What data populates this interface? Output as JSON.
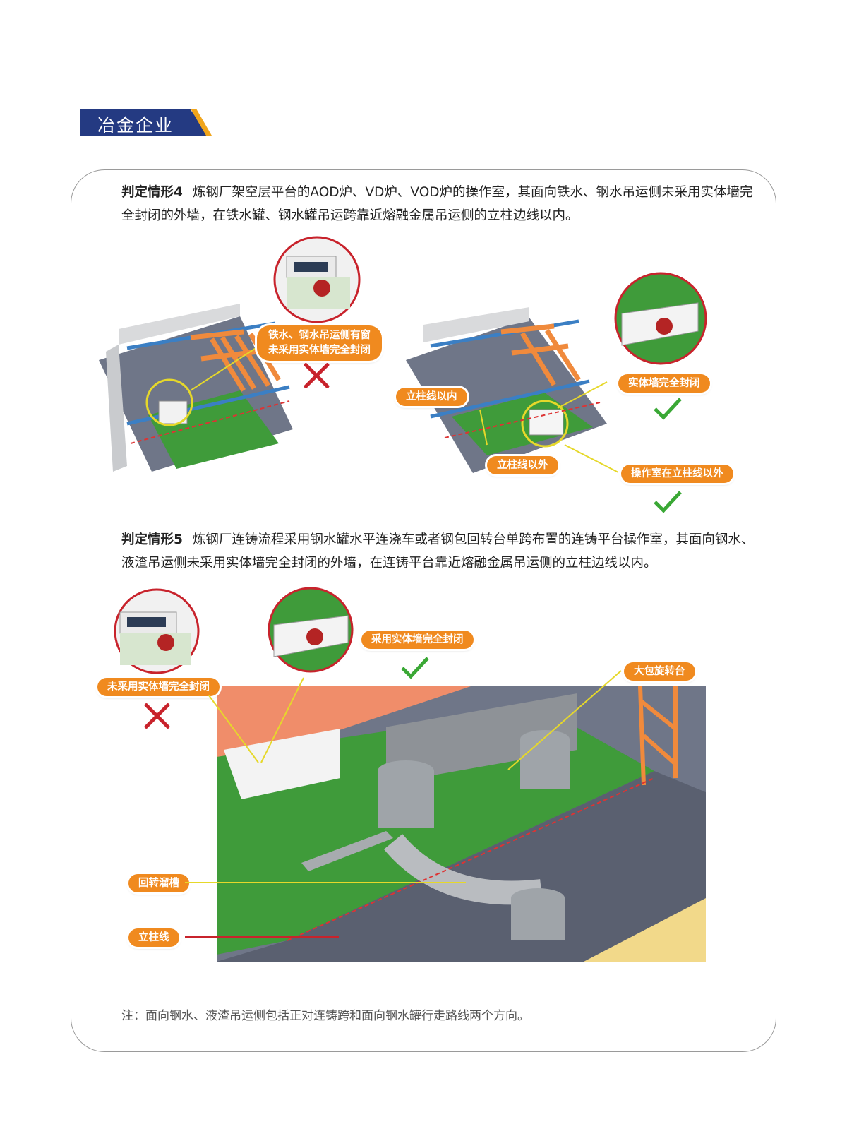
{
  "header": {
    "section_title": "冶金企业"
  },
  "situation4": {
    "lead": "判定情形4",
    "text": "炼钢厂架空层平台的AOD炉、VD炉、VOD炉的操作室，其面向铁水、钢水吊运侧未采用实体墙完全封闭的外墙，在铁水罐、钢水罐吊运跨靠近熔融金属吊运侧的立柱边线以内。",
    "left_callout_line1": "铁水、钢水吊运侧有窗",
    "left_callout_line2": "未采用实体墙完全封闭",
    "right_callout_wall": "实体墙完全封闭",
    "label_inside": "立柱线以内",
    "label_outside": "立柱线以外",
    "label_room_outside": "操作室在立柱线以外"
  },
  "situation5": {
    "lead": "判定情形5",
    "text": "炼钢厂连铸流程采用钢水罐水平连浇车或者钢包回转台单跨布置的连铸平台操作室，其面向钢水、液渣吊运侧未采用实体墙完全封闭的外墙，在连铸平台靠近熔融金属吊运侧的立柱边线以内。",
    "callout_not_closed": "未采用实体墙完全封闭",
    "callout_closed": "采用实体墙完全封闭",
    "callout_turret": "大包旋转台",
    "callout_trough": "回转溜槽",
    "callout_column_line": "立柱线"
  },
  "note": "注：面向钢水、液渣吊运侧包括正对连铸跨和面向钢水罐行走路线两个方向。",
  "colors": {
    "brand_blue": "#243a82",
    "accent_orange": "#f08a1f",
    "ok_green": "#3aa835",
    "bad_red": "#c8232c"
  }
}
